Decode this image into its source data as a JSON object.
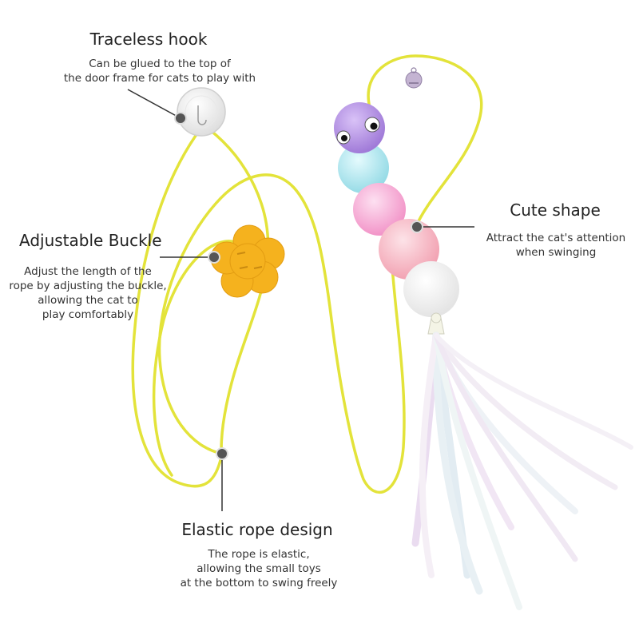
{
  "callouts": {
    "traceless_hook": {
      "title": "Traceless hook",
      "lines": [
        "Can be glued to the top of",
        "the door frame for cats to play with"
      ]
    },
    "adjustable_buckle": {
      "title": "Adjustable Buckle",
      "lines": [
        "Adjust the length of the",
        "rope by adjusting the buckle,",
        "allowing the cat to",
        "play comfortably"
      ]
    },
    "cute_shape": {
      "title": "Cute shape",
      "lines": [
        "Attract the cat's attention",
        "when swinging"
      ]
    },
    "elastic_rope": {
      "title": "Elastic rope design",
      "lines": [
        "The rope is elastic,",
        "allowing the small toys",
        "at the bottom to swing freely"
      ]
    }
  },
  "colors": {
    "rope": "#e8e83c",
    "buckle": "#f5b31f",
    "ball_purple": "#b48be6",
    "ball_cyan": "#a9e6ee",
    "ball_pink": "#f5a6d2",
    "ball_peach": "#f7b6c1",
    "ball_white": "#f6f6f6",
    "bell": "#b7a6c9"
  }
}
